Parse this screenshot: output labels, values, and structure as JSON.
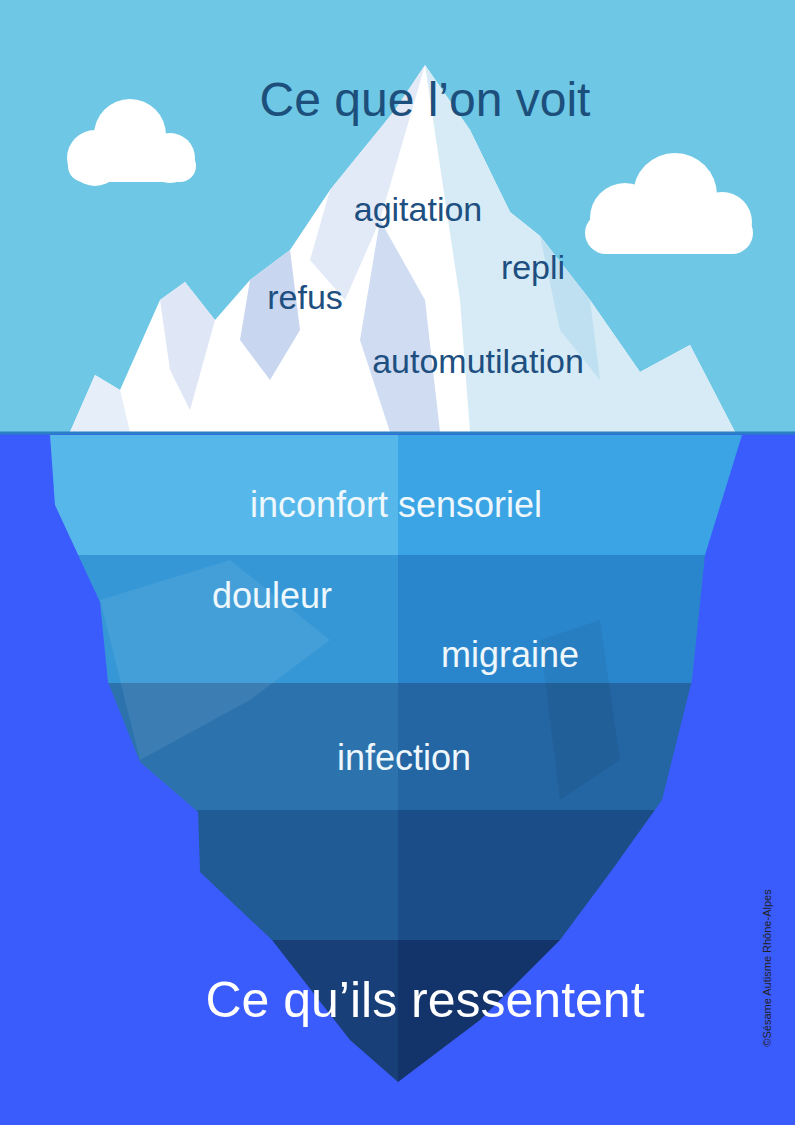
{
  "diagram": {
    "title": "Ce que l’on voit",
    "caption": "Ce qu’ils ressentent",
    "labels": [
      "agitation",
      "repli",
      "refus",
      "automutilation",
      "inconfort sensoriel",
      "douleur",
      "migraine",
      "infection",
      "©Sésame Autisme Rhône-Alpes"
    ]
  }
}
